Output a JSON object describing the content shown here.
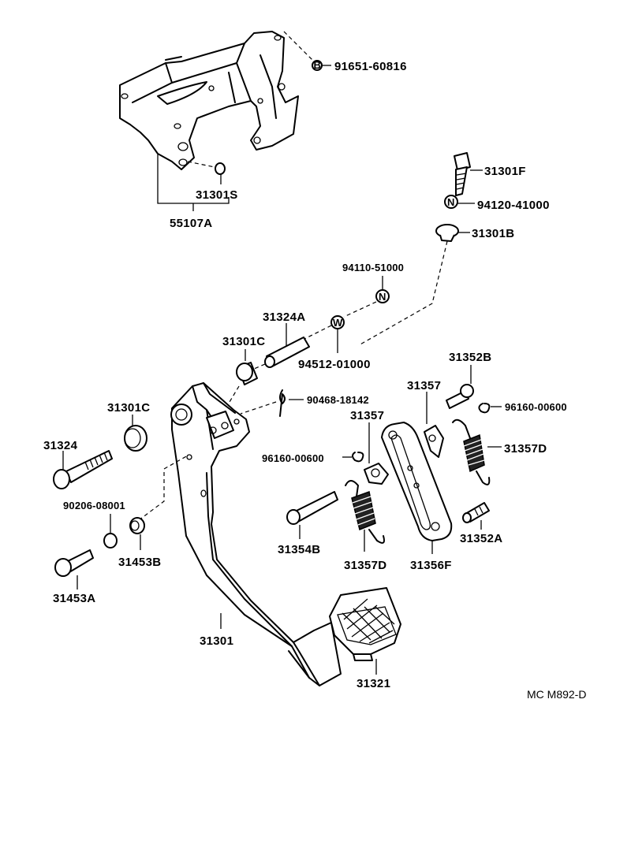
{
  "labels": {
    "p91651_60816": "91651-60816",
    "p31301s": "31301S",
    "p55107a": "55107A",
    "p31301f": "31301F",
    "p94120_41000": "94120-41000",
    "p31301b": "31301B",
    "p94110_51000": "94110-51000",
    "p31324a": "31324A",
    "p31301c_top": "31301C",
    "p94512_01000": "94512-01000",
    "p31352b": "31352B",
    "p31357_a": "31357",
    "p96160_00600_r": "96160-00600",
    "p31301c_left": "31301C",
    "p90468_18142": "90468-18142",
    "p31357_b": "31357",
    "p31357d_r": "31357D",
    "p31324": "31324",
    "p96160_00600_m": "96160-00600",
    "p90206_08001": "90206-08001",
    "p31453b": "31453B",
    "p31354b": "31354B",
    "p31357d_m": "31357D",
    "p31356f": "31356F",
    "p31352a": "31352A",
    "p31453a": "31453A",
    "p31301": "31301",
    "p31321": "31321",
    "code": "MC M892-D"
  },
  "symbols": {
    "b": "B",
    "n": "N",
    "w": "W"
  }
}
